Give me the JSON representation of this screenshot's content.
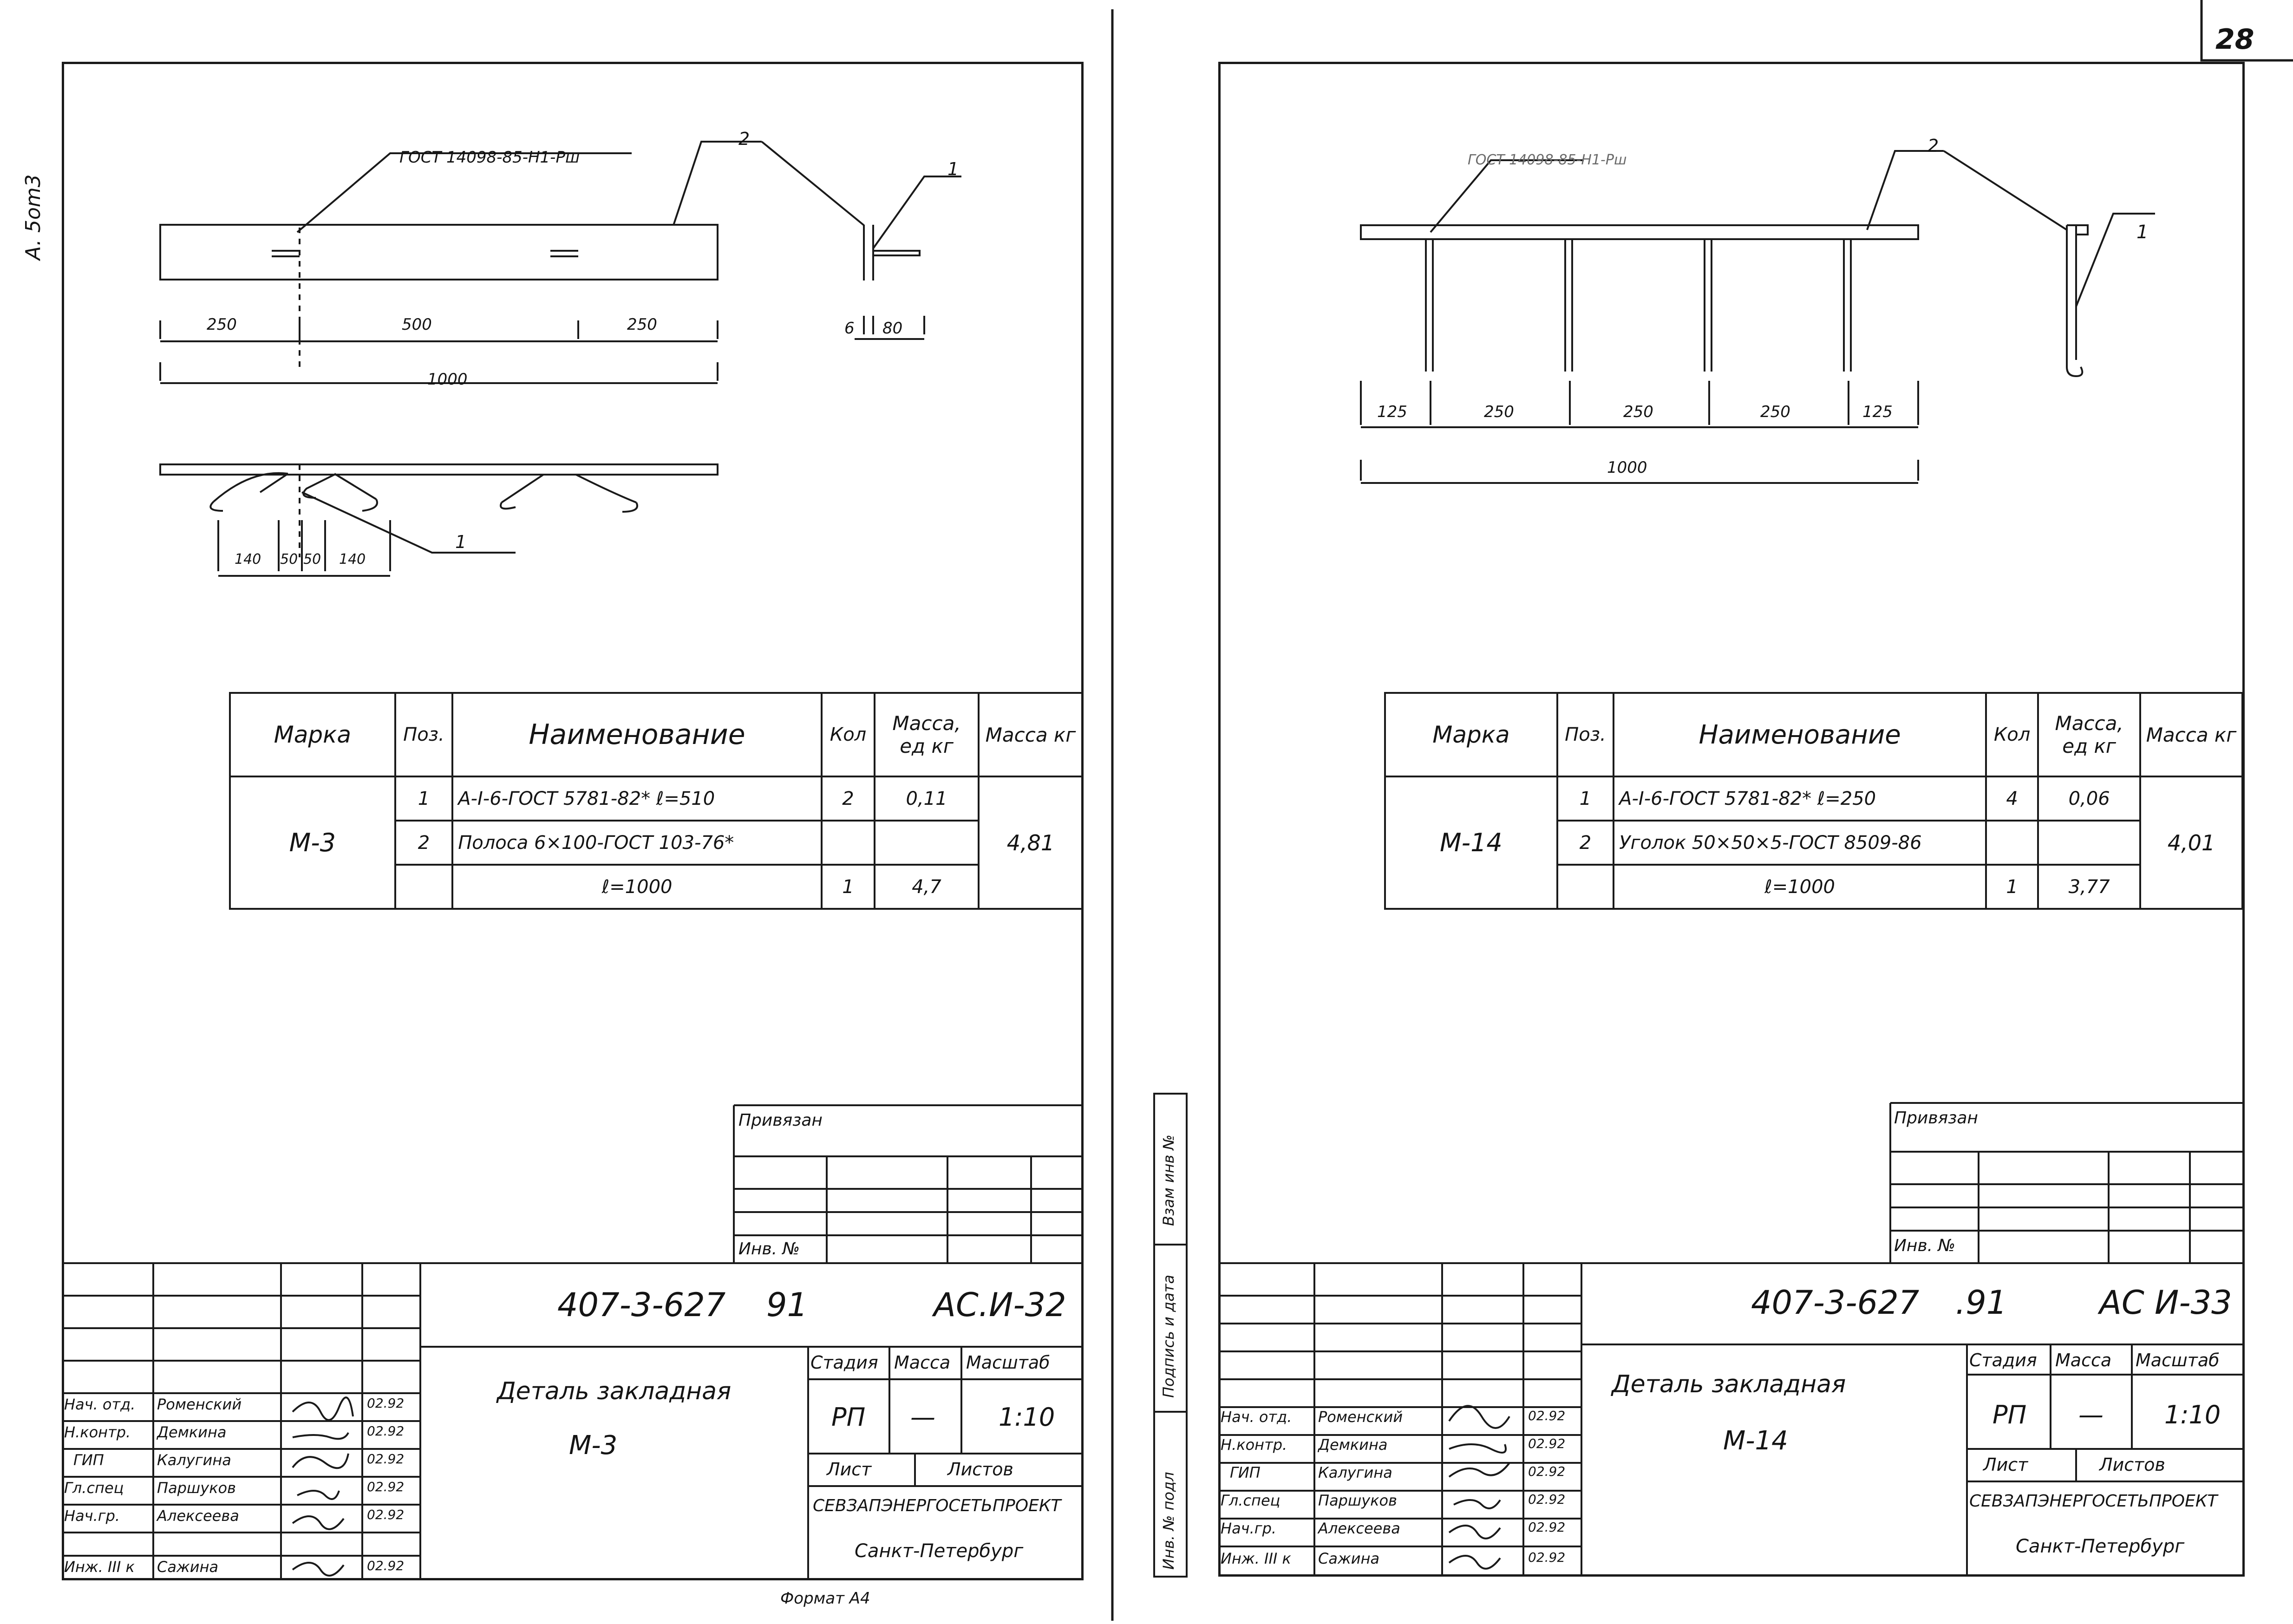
{
  "page_corner_number": "28",
  "margin_label_left": "A. 5om3",
  "format_label": "Формат А4",
  "side_stamp": {
    "label_inv_podl": "Инв. № подл",
    "label_podpis": "Подпись и дата",
    "label_vzam": "Взам инв №"
  },
  "sheets": [
    {
      "drawing": {
        "gost_note": "ГОСТ 14098-85-Н1-Рш",
        "pos1_label": "1",
        "pos2_label": "2",
        "pos1_label_bottom": "1",
        "dims_top": [
          "250",
          "500",
          "250"
        ],
        "dim_total": "1000",
        "dims_side": [
          "6",
          "80"
        ],
        "dims_bottom": [
          "140",
          "50",
          "50",
          "140"
        ]
      },
      "spec": {
        "headers": [
          "Марка",
          "Поз.",
          "Наименование",
          "Кол",
          "Масса, ед кг",
          "Масса кг"
        ],
        "mark": "М-3",
        "rows": [
          {
            "pos": "1",
            "name": "А-I-6-ГОСТ 5781-82* ℓ=510",
            "qty": "2",
            "unit_mass": "0,11"
          },
          {
            "pos": "2",
            "name": "Полоса 6×100-ГОСТ 103-76*",
            "qty": "",
            "unit_mass": ""
          },
          {
            "pos": "",
            "name": "ℓ=1000",
            "qty": "1",
            "unit_mass": "4,7"
          }
        ],
        "total_mass": "4,81"
      },
      "binding": {
        "privyazan": "Привязан",
        "inv": "Инв. №"
      },
      "title_block": {
        "doc_code": "407-3-627",
        "year": "91",
        "sheet_code": "АС.И-32",
        "title_line1": "Деталь закладная",
        "title_line2": "М-3",
        "stage_label": "Стадия",
        "mass_label": "Масса",
        "scale_label": "Масштаб",
        "stage": "РП",
        "mass": "—",
        "scale": "1:10",
        "sheet_label": "Лист",
        "sheets_label": "Листов",
        "org": "СЕВЗАПЭНЕРГОСЕТЬПРОЕКТ",
        "city": "Санкт-Петербург",
        "signers": [
          {
            "role": "Нач. отд.",
            "name": "Роменский",
            "date": "02.92"
          },
          {
            "role": "Н.контр.",
            "name": "Демкина",
            "date": "02.92"
          },
          {
            "role": "ГИП",
            "name": "Калугина",
            "date": "02.92"
          },
          {
            "role": "Гл.спец",
            "name": "Паршуков",
            "date": "02.92"
          },
          {
            "role": "Нач.гр.",
            "name": "Алексеева",
            "date": "02.92"
          },
          {
            "role": "Инж. III к",
            "name": "Сажина",
            "date": "02.92"
          }
        ]
      }
    },
    {
      "drawing": {
        "gost_note": "ГОСТ 14098-85-Н1-Рш",
        "pos1_label": "1",
        "pos2_label": "2",
        "dims_top": [
          "125",
          "250",
          "250",
          "250",
          "125"
        ],
        "dim_total": "1000"
      },
      "spec": {
        "headers": [
          "Марка",
          "Поз.",
          "Наименование",
          "Кол",
          "Масса, ед кг",
          "Масса кг"
        ],
        "mark": "М-14",
        "rows": [
          {
            "pos": "1",
            "name": "А-I-6-ГОСТ 5781-82* ℓ=250",
            "qty": "4",
            "unit_mass": "0,06"
          },
          {
            "pos": "2",
            "name": "Уголок 50×50×5-ГОСТ 8509-86",
            "qty": "",
            "unit_mass": ""
          },
          {
            "pos": "",
            "name": "ℓ=1000",
            "qty": "1",
            "unit_mass": "3,77"
          }
        ],
        "total_mass": "4,01"
      },
      "binding": {
        "privyazan": "Привязан",
        "inv": "Инв. №"
      },
      "title_block": {
        "doc_code": "407-3-627",
        "year": ".91",
        "sheet_code": "АС И-33",
        "title_line1": "Деталь закладная",
        "title_line2": "М-14",
        "stage_label": "Стадия",
        "mass_label": "Масса",
        "scale_label": "Масштаб",
        "stage": "РП",
        "mass": "—",
        "scale": "1:10",
        "sheet_label": "Лист",
        "sheets_label": "Листов",
        "org": "СЕВЗАПЭНЕРГОСЕТЬПРОЕКТ",
        "city": "Санкт-Петербург",
        "signers": [
          {
            "role": "Нач. отд.",
            "name": "Роменский",
            "date": "02.92"
          },
          {
            "role": "Н.контр.",
            "name": "Демкина",
            "date": "02.92"
          },
          {
            "role": "ГИП",
            "name": "Калугина",
            "date": "02.92"
          },
          {
            "role": "Гл.спец",
            "name": "Паршуков",
            "date": "02.92"
          },
          {
            "role": "Нач.гр.",
            "name": "Алексеева",
            "date": "02.92"
          },
          {
            "role": "Инж. III к",
            "name": "Сажина",
            "date": "02.92"
          }
        ]
      }
    }
  ]
}
